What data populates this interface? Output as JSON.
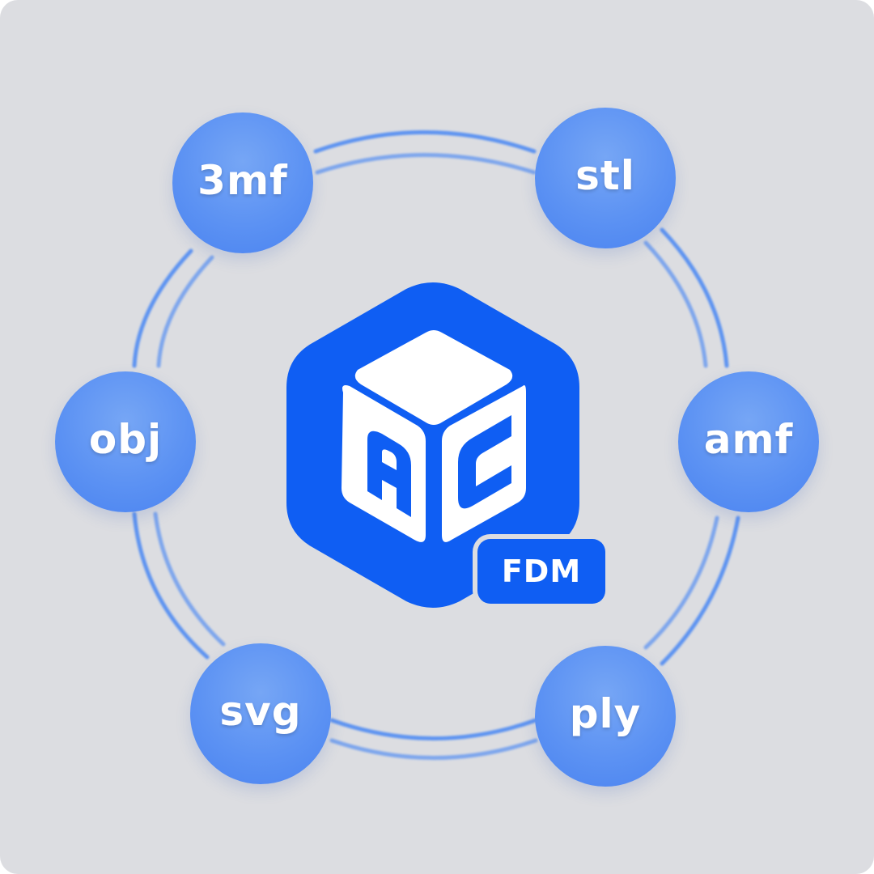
{
  "formats": [
    {
      "id": "3mf",
      "label": "3mf"
    },
    {
      "id": "stl",
      "label": "stl"
    },
    {
      "id": "obj",
      "label": "obj"
    },
    {
      "id": "amf",
      "label": "amf"
    },
    {
      "id": "svg",
      "label": "svg"
    },
    {
      "id": "ply",
      "label": "ply"
    }
  ],
  "logo": {
    "badge_label": "FDM",
    "icon": "cube-ac-logo-icon"
  },
  "colors": {
    "background": "#dcdde1",
    "node_fill": "#5c92f3",
    "ring": "#4f8bf3",
    "logo_blue": "#0f5ef3",
    "text": "#ffffff"
  }
}
